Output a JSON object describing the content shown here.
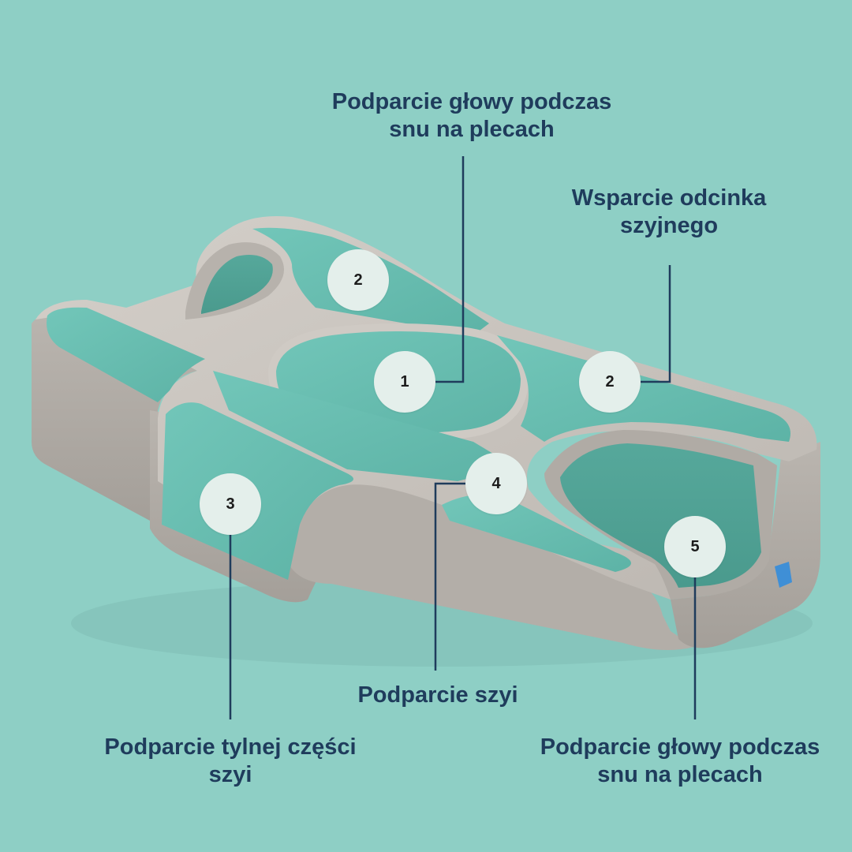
{
  "labels": {
    "top_center": [
      "Podparcie głowy podczas",
      "snu na plecach"
    ],
    "top_right": [
      "Wsparcie odcinka",
      "szyjnego"
    ],
    "bottom_left": [
      "Podparcie tylnej części",
      "szyi"
    ],
    "bottom_center": [
      "Podparcie szyi"
    ],
    "bottom_right": [
      "Podparcie głowy podczas",
      "snu na plecach"
    ]
  },
  "badges": {
    "left_wing": "2",
    "center": "1",
    "right_wing": "2",
    "back_neck": "3",
    "neck": "4",
    "head_rest": "5"
  },
  "colors": {
    "background": "#8ecfc5",
    "pillow_gray": "#c9c4be",
    "pillow_teal": "#68bfb2",
    "text": "#1f3c5c",
    "badge": "#e4efeb"
  }
}
